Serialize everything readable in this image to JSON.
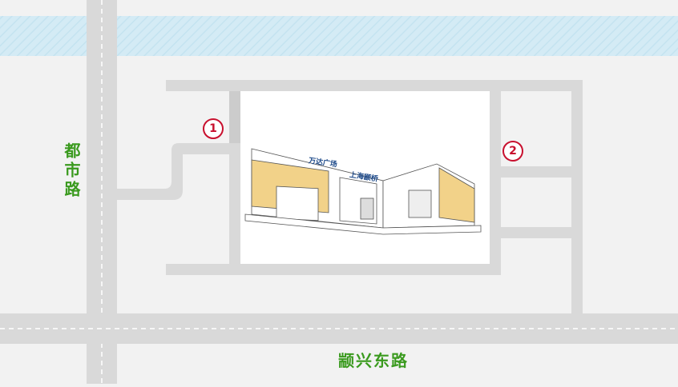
{
  "map": {
    "roads": {
      "west": "都市路",
      "south": "颛兴东路"
    },
    "entrances": [
      {
        "id": "1",
        "label": "1"
      },
      {
        "id": "2",
        "label": "2"
      }
    ],
    "building": {
      "brand": "万达广场",
      "branch": "上海颛桥"
    },
    "colors": {
      "river": "#d4ebf5",
      "river_stripe": "#bfe0ee",
      "road": "#d9d9d9",
      "road_dash": "#ffffff",
      "road_label": "#3a9a1e",
      "entrance": "#c8102e",
      "building_accent": "#f2d289",
      "brand": "#1e4a8a"
    },
    "icons": [
      "entrance-marker-icon",
      "building-illustration-icon"
    ]
  }
}
